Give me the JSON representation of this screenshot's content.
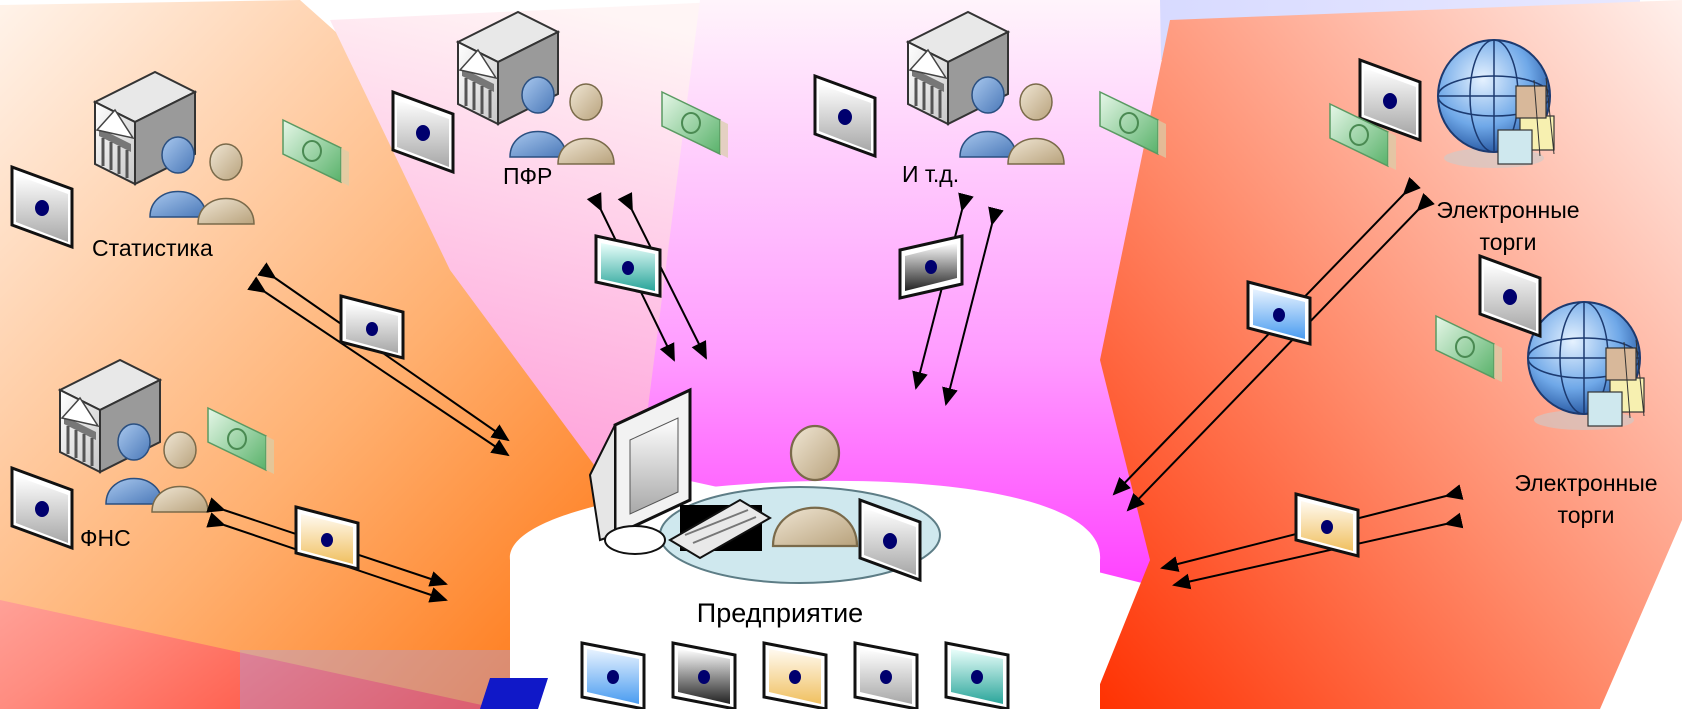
{
  "labels": {
    "statistics": "Статистика",
    "pfr": "ПФР",
    "etc": "И т.д.",
    "fns": "ФНС",
    "etrade1_line1": "Электронные",
    "etrade1_line2": "торги",
    "etrade2_line1": "Электронные",
    "etrade2_line2": "торги",
    "enterprise": "Предприятие"
  },
  "colors": {
    "document_tints": [
      "#4a9cf0",
      "#333333",
      "#f0c060",
      "#b0b0b0",
      "#2aa59a"
    ],
    "sector_left": "#ff2a00",
    "sector_center": "#ff66ff",
    "sector_right": "#ff4a1a",
    "arrow": "#000000"
  },
  "icons": {
    "government_agency": "building-with-people-icon",
    "trading_platform": "globe-with-boxes-icon",
    "document": "document-icon",
    "money": "banknote-icon",
    "workstation": "computer-user-icon"
  }
}
